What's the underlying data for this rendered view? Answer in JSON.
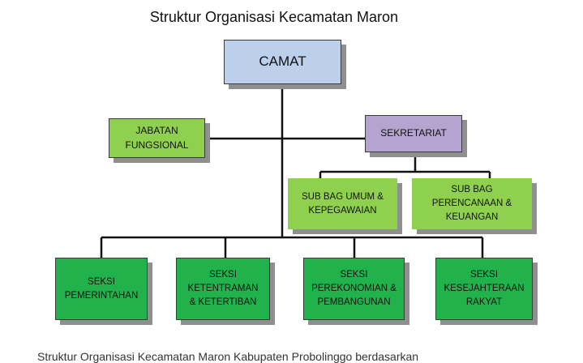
{
  "title": "Struktur Organisasi Kecamatan Maron",
  "nodes": {
    "camat": "CAMAT",
    "jabatan_fungsional": "JABATAN\nFUNGSIONAL",
    "sekretariat": "SEKRETARIAT",
    "sub_bag_umum": "SUB BAG UMUM &\nKEPEGAWAIAN",
    "sub_bag_perencanaan": "SUB BAG\nPERENCANAAN &\nKEUANGAN",
    "seksi_pemerintahan": "SEKSI\nPEMERINTAHAN",
    "seksi_ketentraman": "SEKSI\nKETENTRAMAN\n& KETERTIBAN",
    "seksi_perekonomian": "SEKSI\nPEREKONOMIAN &\nPEMBANGUNAN",
    "seksi_kesejahteraan": "SEKSI\nKESEJAHTERAAN\nRAKYAT"
  },
  "caption": "Struktur Organisasi Kecamatan Maron Kabupaten Probolinggo berdasarkan"
}
